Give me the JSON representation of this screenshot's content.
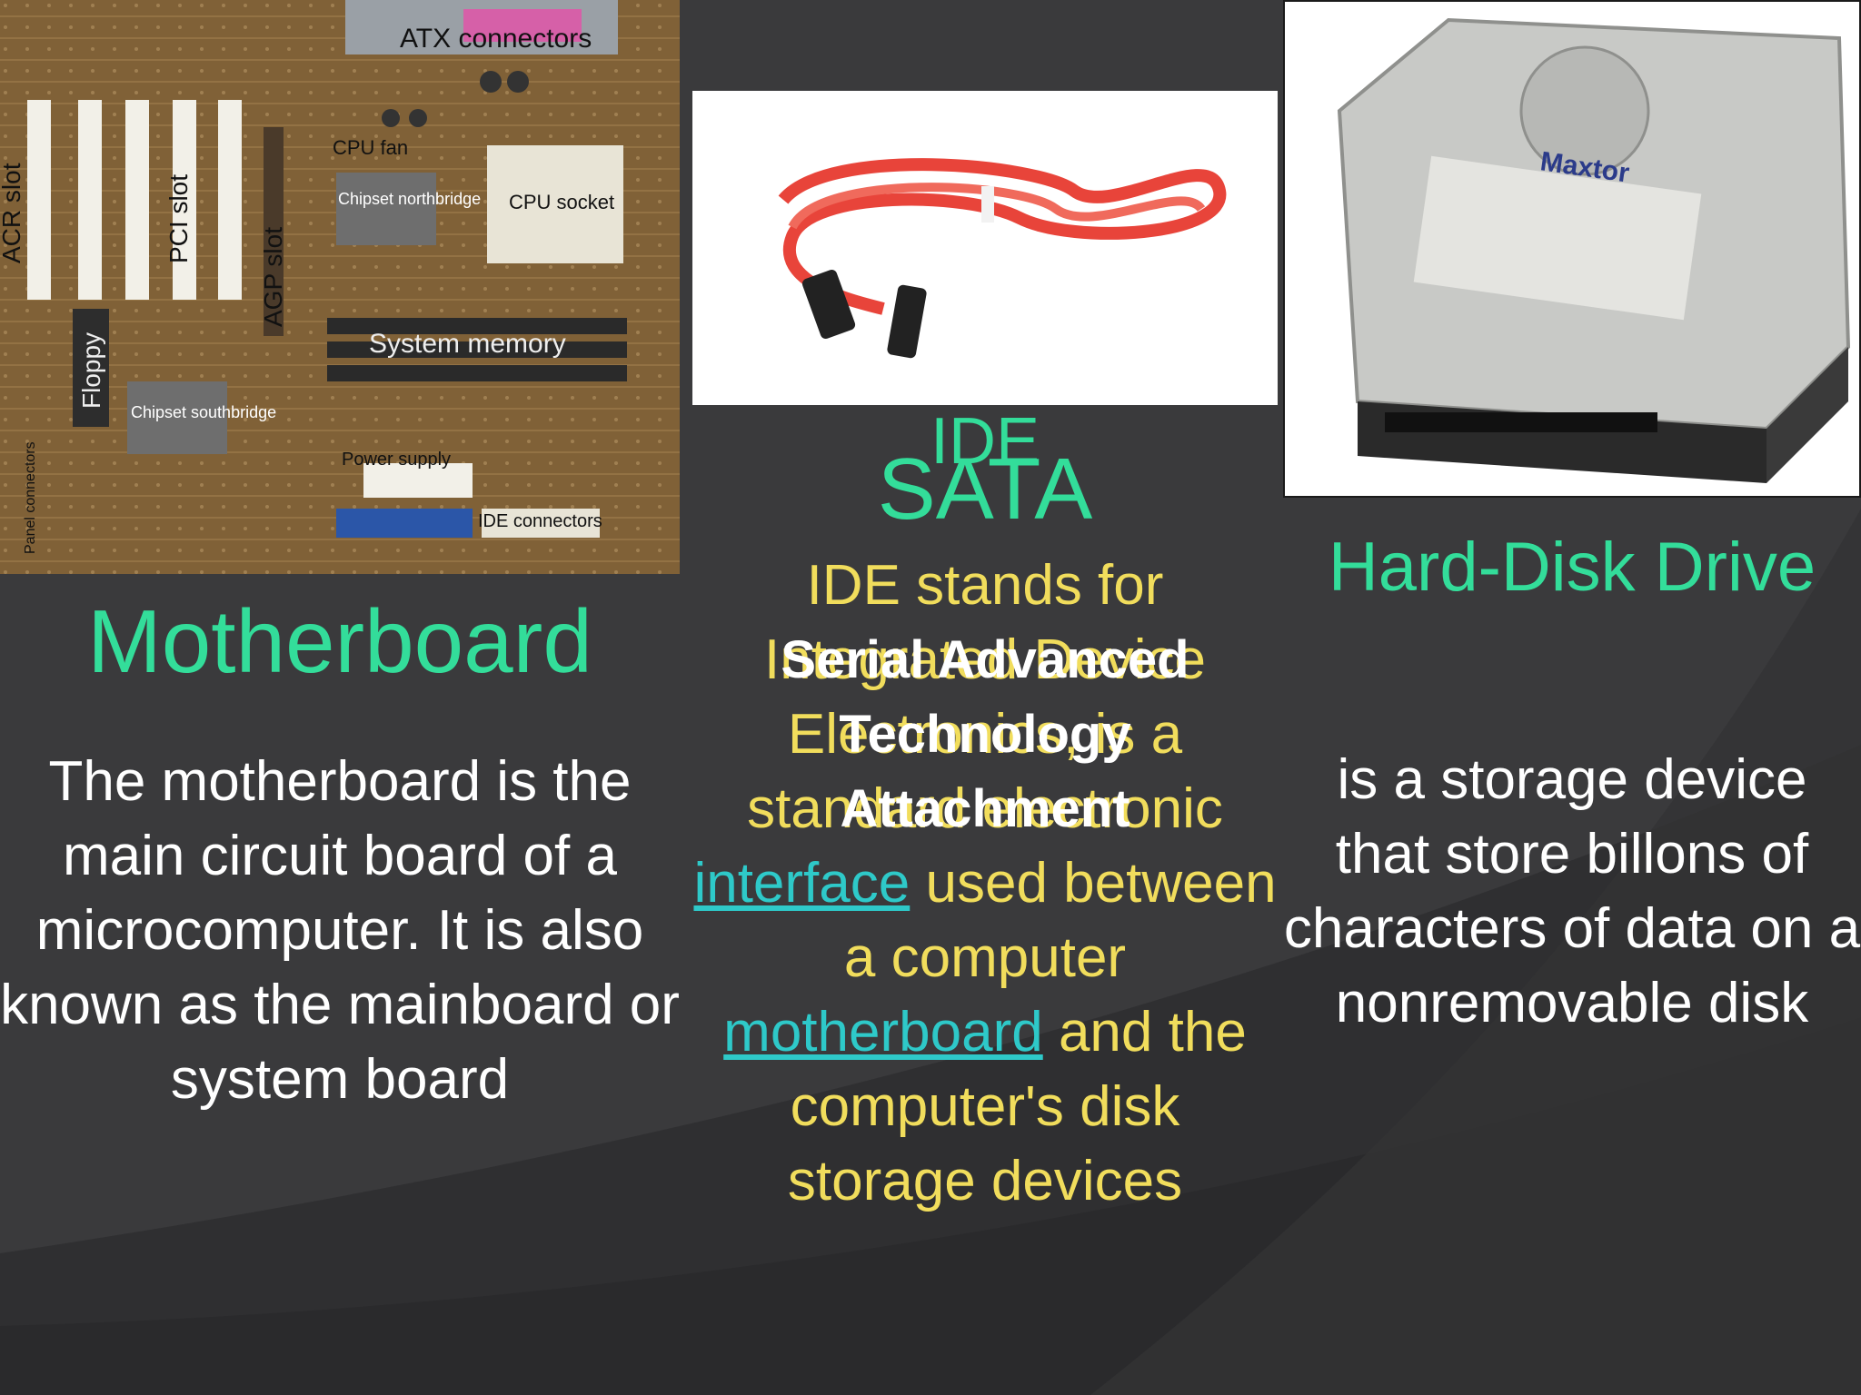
{
  "motherboard": {
    "photo_labels": [
      "ATX connectors",
      "CPU fan",
      "Chipset northbridge",
      "CPU socket",
      "ACR slot",
      "PCI slot",
      "AGP slot",
      "System memory",
      "Floppy",
      "Chipset southbridge",
      "Power supply",
      "Panel connectors",
      "IDE connectors"
    ],
    "title": "Motherboard",
    "body": "The motherboard is the main circuit board of a microcomputer.  It is also known as the mainboard or system board"
  },
  "ide": {
    "title": "IDE",
    "body_before_link1": "IDE stands for Integrated Device Electronics, is a standard electronic ",
    "link1": "interface",
    "body_between_links": " used between a computer ",
    "link2": "motherboard",
    "body_after_link2": " and the computer's disk storage devices"
  },
  "sata": {
    "title": "SATA",
    "full_name": "Serial Advanced Technology Attachment"
  },
  "hdd": {
    "photo_brand": "Maxtor",
    "title": "Hard-Disk Drive",
    "body": "is a storage device that store billons of characters of data on a nonremovable disk"
  },
  "colors": {
    "background": "#3a3a3c",
    "heading": "#33dd9a",
    "ide_text": "#f1dd5c",
    "link": "#2ec9c9",
    "white_text": "#ffffff"
  }
}
